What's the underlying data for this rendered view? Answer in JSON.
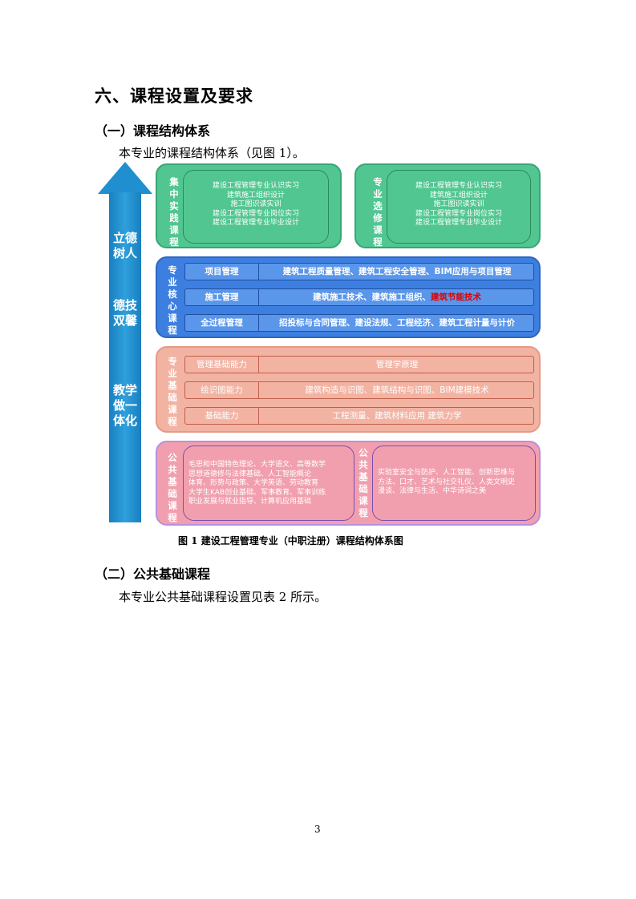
{
  "section_title": "六、课程设置及要求",
  "subsection_1": {
    "title": "（一）课程结构体系",
    "intro": "本专业的课程结构体系（见图 1）。"
  },
  "figure": {
    "arrow_text_1": "立德树人",
    "arrow_text_2": "德技双馨",
    "arrow_text_3": "教学做一体化",
    "concentrated_practice": {
      "label": "集中实践课程",
      "items": [
        "建设工程管理专业认识实习",
        "建筑施工组织设计",
        "施工图识读实训",
        "建设工程管理专业岗位实习",
        "建设工程管理专业毕业设计"
      ]
    },
    "elective": {
      "label": "专业选修课程",
      "items": [
        "建设工程管理专业认识实习",
        "建筑施工组织设计",
        "施工图识读实训",
        "建设工程管理专业岗位实习",
        "建设工程管理专业毕业设计"
      ]
    },
    "core": {
      "label": "专业核心课程",
      "rows": [
        {
          "name": "项目管理",
          "courses": "建筑工程质量管理、建筑工程安全管理、BIM应用与项目管理",
          "highlight": ""
        },
        {
          "name": "施工管理",
          "courses": "建筑施工技术、建筑施工组织、",
          "highlight": "建筑节能技术"
        },
        {
          "name": "全过程管理",
          "courses": "招投标与合同管理、建设法规、工程经济、建筑工程计量与计价",
          "highlight": ""
        }
      ]
    },
    "foundation": {
      "label": "专业基础课程",
      "rows": [
        {
          "name": "管理基础能力",
          "courses": "管理学原理"
        },
        {
          "name": "绘识图能力",
          "courses": "建筑构造与识图、建筑结构与识图、BIM建模技术"
        },
        {
          "name": "基础能力",
          "courses": "工程测量、建筑材料应用 建筑力学"
        }
      ]
    },
    "public_required": {
      "label": "公共基础课程",
      "lines": [
        "毛思和中国特色理论、大学语文、高等数学",
        "思想道德修与法律基础、人工智能概论",
        "体育、形势与政策、大学英语、劳动教育",
        "大学生KAB创业基础、军事教育、军事训练",
        "职业发展与就业指导、计算机应用基础"
      ]
    },
    "public_elective": {
      "label": "公共基础课程",
      "lines": [
        "实验室安全与防护、人工智能、创新思维与",
        "方法、口才、艺术与社交礼仪、人类文明史",
        "漫谈、法律与生活、中华诗词之美"
      ]
    },
    "caption": "图 1  建设工程管理专业（中职注册）课程结构体系图"
  },
  "subsection_2": {
    "title": "（二）公共基础课程",
    "text": "本专业公共基础课程设置见表 2 所示。"
  },
  "page_number": "3",
  "colors": {
    "arrow": "#1f8fcf",
    "practice_green": "#51c690",
    "core_blue": "#3d7fe0",
    "foundation_salmon": "#f2b3a3",
    "public_pink": "#f19fae",
    "highlight_red": "#e00000"
  }
}
